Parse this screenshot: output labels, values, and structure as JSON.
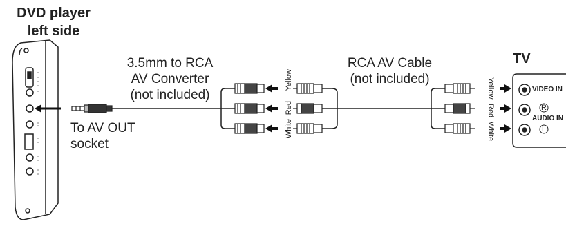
{
  "dvd_title_line1": "DVD player",
  "dvd_title_line2": "left side",
  "converter": {
    "line1": "3.5mm to RCA",
    "line2": "AV Converter",
    "line3": "(not included)"
  },
  "socket": {
    "line1": "To AV OUT",
    "line2": "socket"
  },
  "cable": {
    "line1": "RCA AV Cable",
    "line2": "(not included)"
  },
  "tv": {
    "title": "TV",
    "video_in": "VIDEO IN",
    "audio_in": "AUDIO IN",
    "right_symbol": "R",
    "left_symbol": "L"
  },
  "plug_colors_left": [
    "Yellow",
    "Red",
    "White"
  ],
  "plug_colors_right": [
    "Yellow",
    "Red",
    "White"
  ]
}
